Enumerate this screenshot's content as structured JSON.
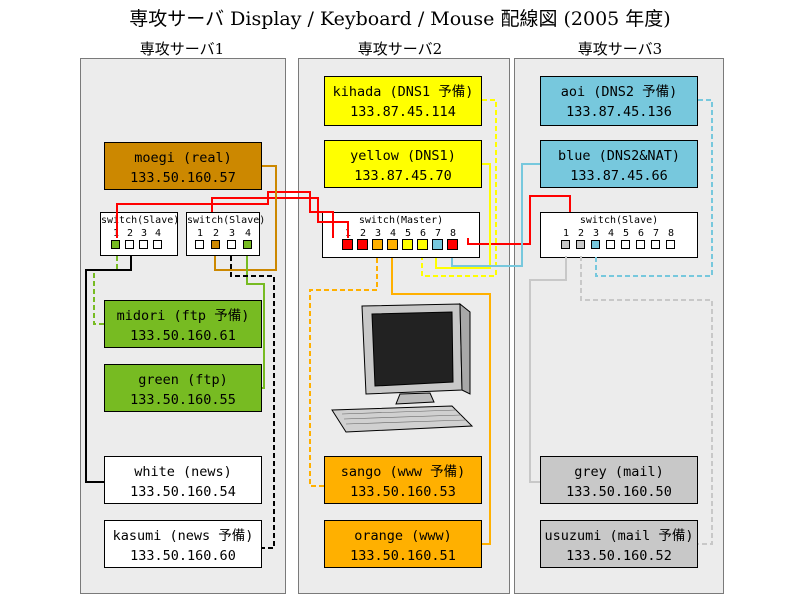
{
  "title": "専攻サーバ Display / Keyboard / Mouse 配線図 (2005 年度)",
  "racks": [
    {
      "label": "専攻サーバ1"
    },
    {
      "label": "専攻サーバ2"
    },
    {
      "label": "専攻サーバ3"
    }
  ],
  "colors": {
    "rack_bg": "#ececec",
    "red": "#ff0000",
    "orange": "#ffb000",
    "yellow": "#ffff00",
    "green": "#77bb22",
    "brown": "#cc8800",
    "cyan": "#77c8dd",
    "gray": "#c8c8c8"
  },
  "servers": {
    "moegi": {
      "name": "moegi (real)",
      "ip": "133.50.160.57"
    },
    "midori": {
      "name": "midori (ftp 予備)",
      "ip": "133.50.160.61"
    },
    "green": {
      "name": "green (ftp)",
      "ip": "133.50.160.55"
    },
    "white": {
      "name": "white (news)",
      "ip": "133.50.160.54"
    },
    "kasumi": {
      "name": "kasumi (news 予備)",
      "ip": "133.50.160.60"
    },
    "kihada": {
      "name": "kihada (DNS1 予備)",
      "ip": "133.87.45.114"
    },
    "yellow": {
      "name": "yellow (DNS1)",
      "ip": "133.87.45.70"
    },
    "sango": {
      "name": "sango (www 予備)",
      "ip": "133.50.160.53"
    },
    "orange": {
      "name": "orange (www)",
      "ip": "133.50.160.51"
    },
    "aoi": {
      "name": "aoi (DNS2 予備)",
      "ip": "133.87.45.136"
    },
    "blue": {
      "name": "blue (DNS2&NAT)",
      "ip": "133.87.45.66"
    },
    "grey": {
      "name": "grey (mail)",
      "ip": "133.50.160.50"
    },
    "usuzumi": {
      "name": "usuzumi (mail 予備)",
      "ip": "133.50.160.52"
    }
  },
  "switches": {
    "slave1a": {
      "label": "switch(Slave)",
      "ports": [
        "1",
        "2",
        "3",
        "4"
      ]
    },
    "slave1b": {
      "label": "switch(Slave)",
      "ports": [
        "1",
        "2",
        "3",
        "4"
      ]
    },
    "master": {
      "label": "switch(Master)",
      "ports": [
        "1",
        "2",
        "3",
        "4",
        "5",
        "6",
        "7",
        "8"
      ]
    },
    "slave3": {
      "label": "switch(Slave)",
      "ports": [
        "1",
        "2",
        "3",
        "4",
        "5",
        "6",
        "7",
        "8"
      ]
    }
  }
}
